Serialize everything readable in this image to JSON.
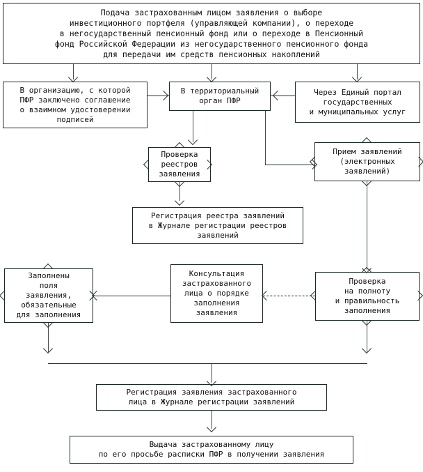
{
  "diagram": {
    "title_node": {
      "text": "Подача застрахованным лицом заявления о выборе\nинвестиционного портфеля (управляющей компании), о переходе\nв негосударственный пенсионный фонд или о переходе в Пенсионный\nфонд Российской Федерации из негосударственного пенсионного фонда\nдля передачи им средств пенсионных накоплений"
    },
    "nodes": [
      {
        "id": "org",
        "text": "В организацию, с которой\nПФР заключено соглашение\nо взаимном удостоверении\nподписей"
      },
      {
        "id": "territorial",
        "text": "В территориальный\nорган ПФР"
      },
      {
        "id": "portal",
        "text": "Через Единый портал\nгосударственных\nи муниципальных услуг"
      },
      {
        "id": "check_registry",
        "text": "Проверка\nреестров\nзаявления"
      },
      {
        "id": "accept",
        "text": "Прием заявлений\n(электронных\nзаявлений)"
      },
      {
        "id": "register_registry",
        "text": "Регистрация реестра заявлений\nв Журнале регистрации реестров\nзаявлений"
      },
      {
        "id": "fields_filled",
        "text": "Заполнены\nполя\nзаявления,\nобязательные\nдля заполнения"
      },
      {
        "id": "consultation",
        "text": "Консультация\nзастрахованного\nлица о порядке\nзаполнения\nзаявления"
      },
      {
        "id": "completeness",
        "text": "Проверка\nна полноту\nи правильность\nзаполнения"
      },
      {
        "id": "register_application",
        "text": "Регистрация заявления застрахованного\nлица в Журнале регистрации заявлений"
      },
      {
        "id": "issue_receipt",
        "text": "Выдача застрахованному лицу\nпо его просьбе расписки ПФР в получении заявления"
      }
    ],
    "colors": {
      "border": "#1a2a22",
      "connector": "#2a3a31",
      "text": "#121212",
      "background": "#ffffff"
    }
  }
}
